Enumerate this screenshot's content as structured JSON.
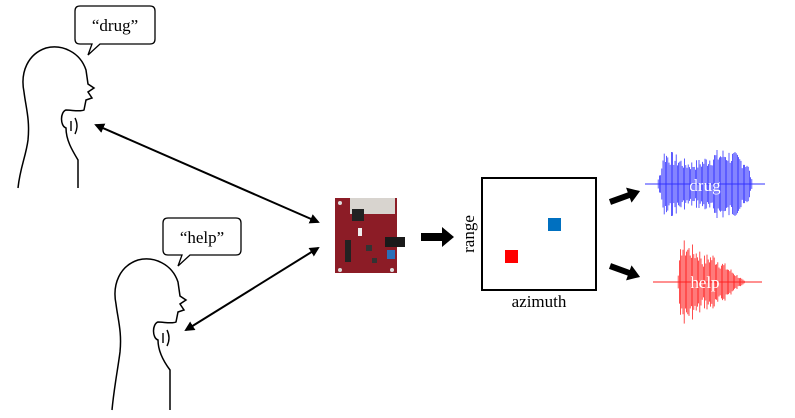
{
  "speakers": [
    {
      "quote": "“drug”"
    },
    {
      "quote": "“help”"
    }
  ],
  "radar_map": {
    "x_label": "azimuth",
    "y_label": "range",
    "targets": [
      {
        "color": "#0070c0"
      },
      {
        "color": "#ff0000"
      }
    ]
  },
  "outputs": [
    {
      "word": "drug",
      "color": "#3333ff"
    },
    {
      "word": "help",
      "color": "#ff2222"
    }
  ]
}
